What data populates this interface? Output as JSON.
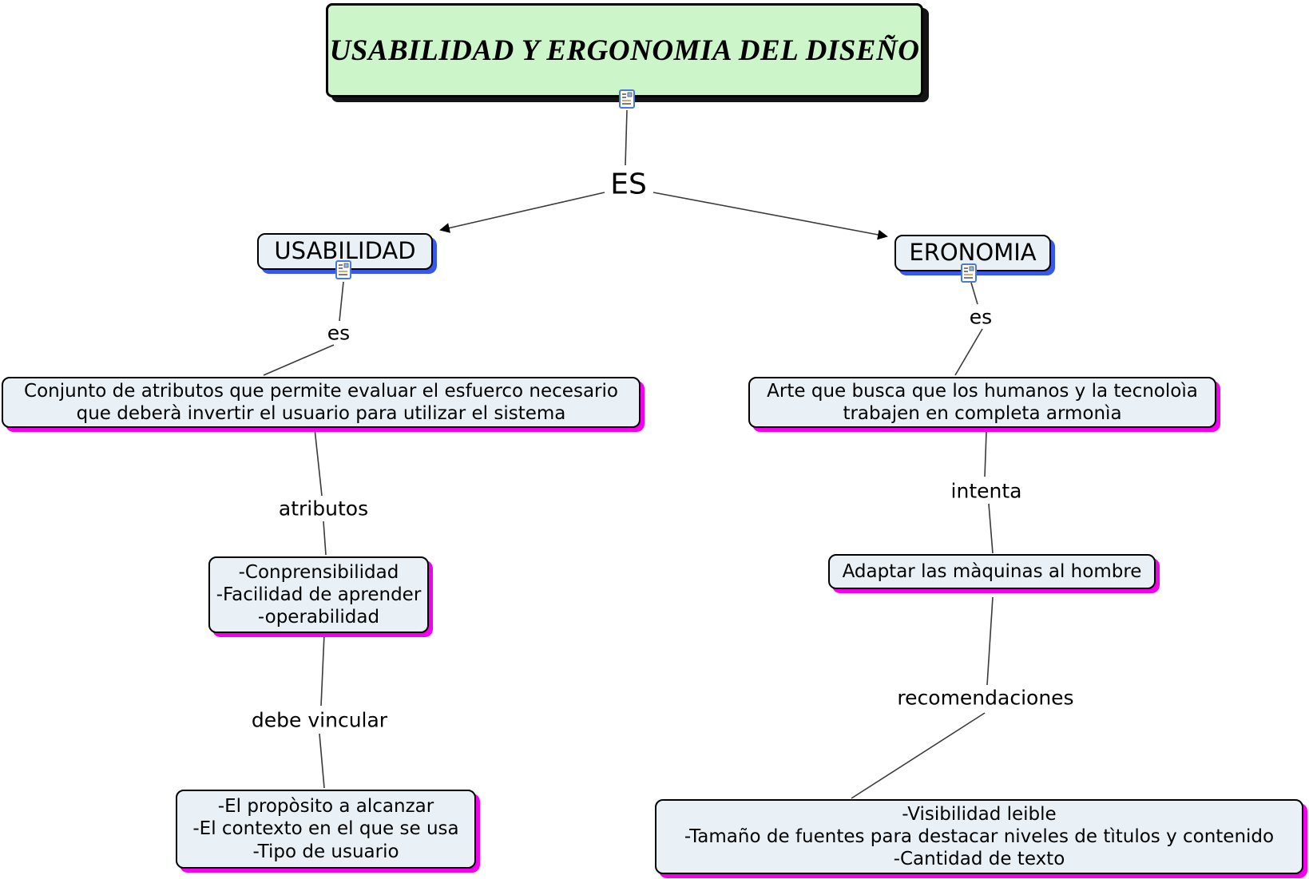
{
  "title": "USABILIDAD Y ERGONOMIA DEL DISEÑO",
  "root_link_label": "ES",
  "left": {
    "concept": "USABILIDAD",
    "link_es": "es",
    "definition_line1": "Conjunto de atributos que permite evaluar el esfuerco necesario",
    "definition_line2": "que deberà invertir el usuario para utilizar el sistema",
    "link_atributos": "atributos",
    "attributes": [
      "-Conprensibilidad",
      "-Facilidad de aprender",
      "-operabilidad"
    ],
    "link_debe_vincular": "debe vincular",
    "vincular_items": [
      "-El propòsito a alcanzar",
      "-El contexto en el que se usa",
      "-Tipo de usuario"
    ]
  },
  "right": {
    "concept": "ERONOMIA",
    "link_es": "es",
    "definition_line1": "Arte que busca que los humanos y la tecnoloìa",
    "definition_line2": "trabajen en completa armonìa",
    "link_intenta": "intenta",
    "goal": "Adaptar las màquinas al hombre",
    "link_recomendaciones": "recomendaciones",
    "recommendations": [
      "-Visibilidad leible",
      "-Tamaño de fuentes para destacar niveles de tìtulos y contenido",
      "-Cantidad de texto"
    ]
  },
  "icons": {
    "resource": "resource-link-icon"
  },
  "colors": {
    "canvas_bg": "#ffffff",
    "title_fill": "#ccf5c9",
    "title_shadow": "#141414",
    "concept_fill": "#eaf1f6",
    "concept_shadow_blue": "#3a57e8",
    "detail_shadow_magenta": "#f500ef",
    "border": "#000000",
    "line": "#3a3a3a"
  }
}
